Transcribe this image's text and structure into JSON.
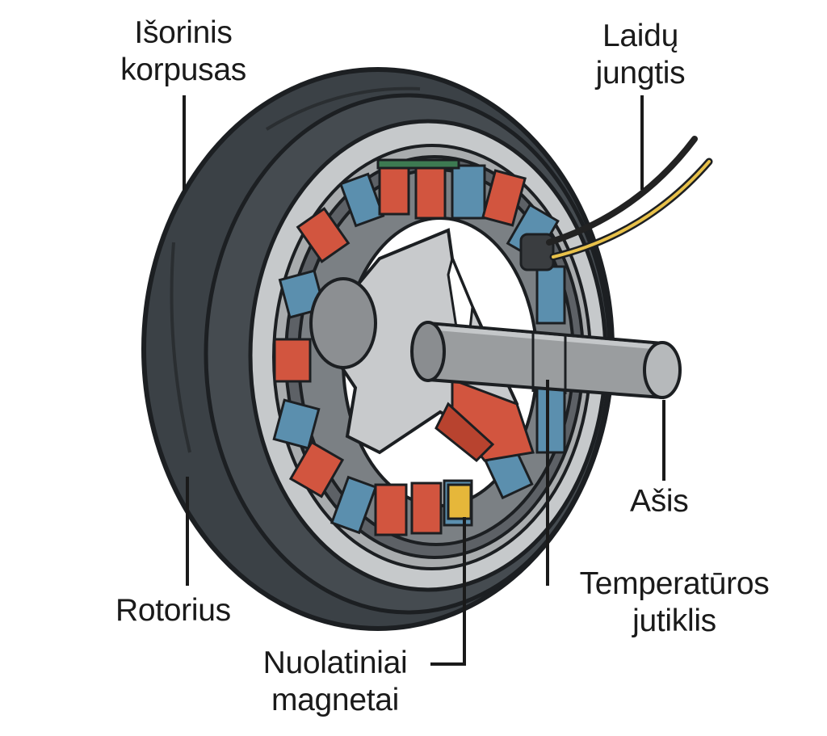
{
  "labels": {
    "outer_housing": {
      "line1": "Išorinis",
      "line2": "korpusas"
    },
    "wire_connector": {
      "line1": "Laidų",
      "line2": "jungtis"
    },
    "axle": "Ašis",
    "temperature_sensor": {
      "line1": "Temperatūros",
      "line2": "jutiklis"
    },
    "rotor": "Rotorius",
    "permanent_magnets": {
      "line1": "Nuolatiniai",
      "line2": "magnetai"
    }
  },
  "colors": {
    "tire": "#3b4146",
    "tire_outline": "#1c1f22",
    "rim": "#b9bcbe",
    "metal": "#9a9d9f",
    "metal_dark": "#6f7275",
    "magnet_red": "#d2553f",
    "magnet_blue": "#5b8fae",
    "winding_green": "#3d7a52",
    "sensor_yellow": "#e6b73a",
    "wire_yellow": "#e8c14a",
    "wire_black": "#222222"
  }
}
